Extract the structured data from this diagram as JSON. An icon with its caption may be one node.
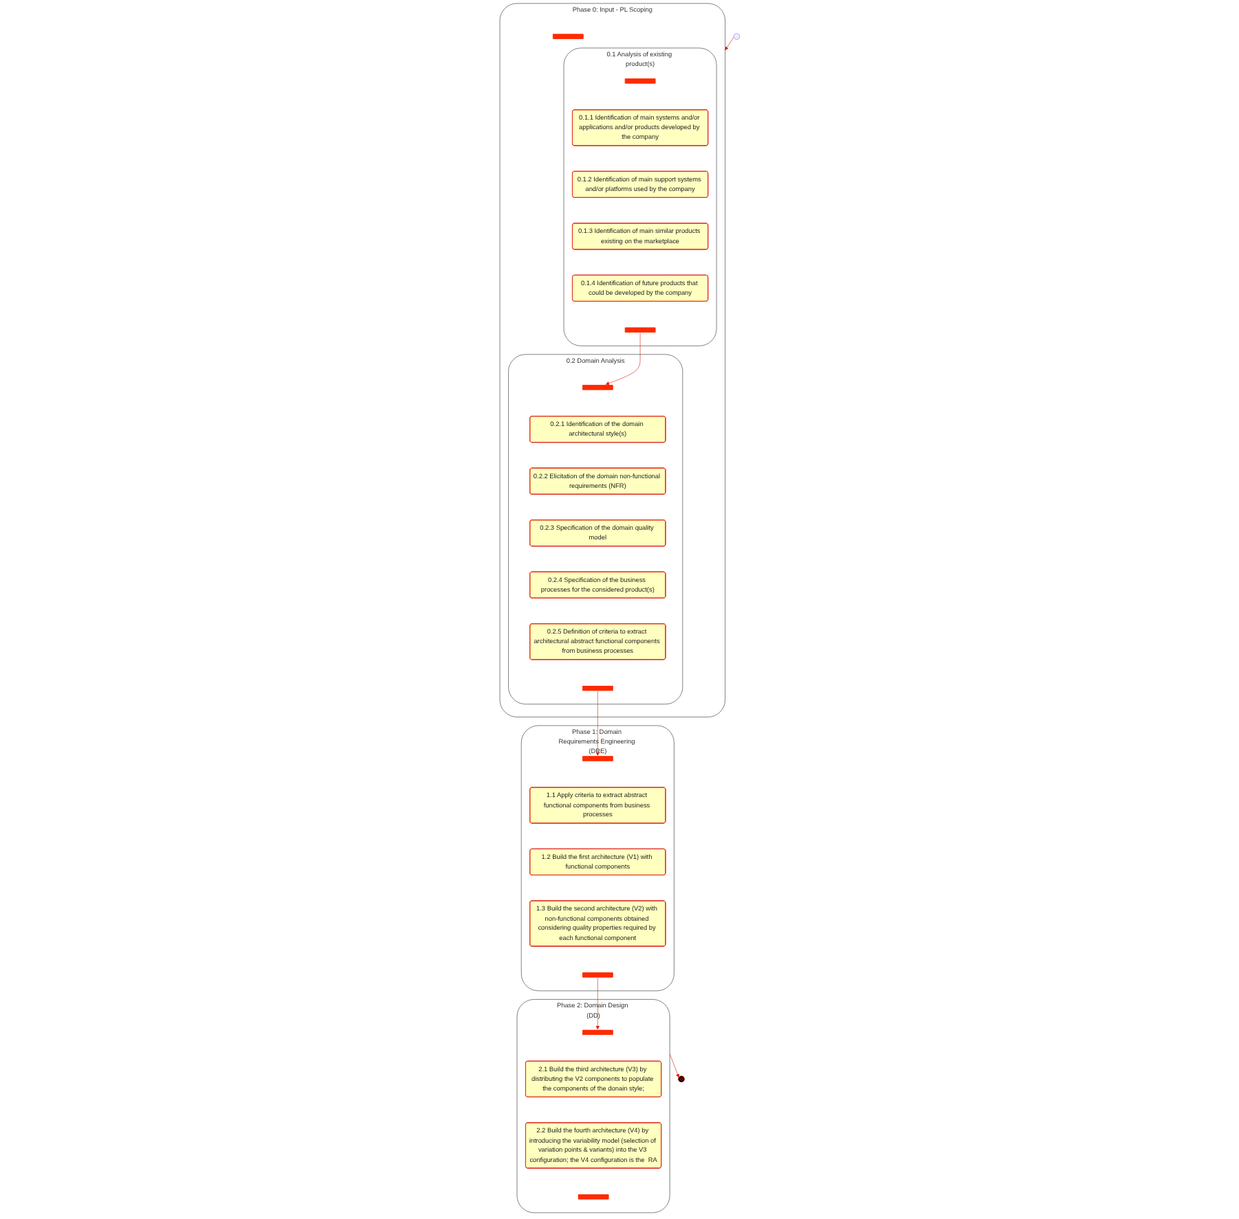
{
  "diagram": {
    "nodes": [
      {
        "text": [],
        "shape": "circle"
      },
      {
        "text": [
          "Phase 0: Input - PL Scoping"
        ]
      },
      {
        "text": [],
        "shape": "bar",
        "in": 1
      },
      {
        "text": [
          "0.2 Domain Analysis"
        ],
        "in": 1
      },
      {
        "text": [],
        "shape": "bar",
        "in": 3
      },
      {
        "text": [
          "0.2.1 Identification of the domain architectural style(s)"
        ],
        "in": 3
      },
      {
        "text": [
          "0.2.2 Elicitation of the domain non-functional requirements (NFR)"
        ],
        "in": 3
      },
      {
        "text": [
          "0.2.3 Specification of the domain quality model"
        ],
        "in": 3
      },
      {
        "text": [
          "0.2.4 Specification of the business processes for the considered product(s)"
        ],
        "in": 3
      },
      {
        "text": [
          "0.2.5 Definition of criteria to extract architectural abstract functional components from business processes"
        ],
        "in": 3
      },
      {
        "text": [],
        "shape": "bar",
        "in": 3
      },
      {
        "text": [
          "0.1 Analysis of existing product(s)"
        ],
        "in": 1
      },
      {
        "text": [],
        "shape": "bar",
        "in": 11
      },
      {
        "text": [
          "0.1.1 Identification of main systems and/or applications and/or products developed by the company"
        ],
        "in": 11
      },
      {
        "text": [
          "0.1.2 Identification of main support systems and/or platforms used by the company"
        ],
        "in": 11
      },
      {
        "text": [
          "0.1.3 Identification of main similar products existing on the marketplace"
        ],
        "in": 11
      },
      {
        "text": [
          "0.1.4 Identification of future products that could be developed by the company"
        ],
        "in": 11
      },
      {
        "text": [],
        "shape": "bar",
        "in": 11
      },
      {
        "text": [
          "Phase 1: Domain Requirements Engineering (DRE)"
        ]
      },
      {
        "text": [],
        "shape": "bar",
        "in": 18
      },
      {
        "text": [
          "1.1 Apply criteria to extract abstract functional components from business processes"
        ],
        "in": 18
      },
      {
        "text": [
          "1.2 Build the first architecture (V1) with functional components"
        ],
        "in": 18
      },
      {
        "text": [
          "1.3 Build the second architecture (V2) with non-functional components obtained considering quality properties required by each functional component"
        ],
        "in": 18
      },
      {
        "text": [],
        "shape": "bar",
        "in": 18
      },
      {
        "text": [
          "Phase 2: Domain Design (DD)"
        ]
      },
      {
        "text": [],
        "shape": "bar",
        "in": 24
      },
      {
        "text": [
          "2.1 Build the third architecture (V3) by distributing the V2 components to populate the components of the donain style;"
        ],
        "in": 24
      },
      {
        "text": [
          "2.2 Build the fourth architecture (V4) by introducing the variability model (selection of variation points & variants) into the V3 configuration; the V4 configuration is the  RA"
        ],
        "in": 24
      },
      {
        "text": [],
        "shape": "bar",
        "in": 24
      },
      {
        "text": [],
        "shape": "circle"
      }
    ],
    "edges": [
      {
        "from": 0,
        "to": 1,
        "arrow": "to"
      },
      {
        "from": 17,
        "to": 4,
        "arrow": "to"
      },
      {
        "from": 10,
        "to": 19,
        "arrow": "to"
      },
      {
        "from": 23,
        "to": 25,
        "arrow": "to"
      },
      {
        "from": 24,
        "to": 29,
        "arrow": "to"
      }
    ]
  }
}
